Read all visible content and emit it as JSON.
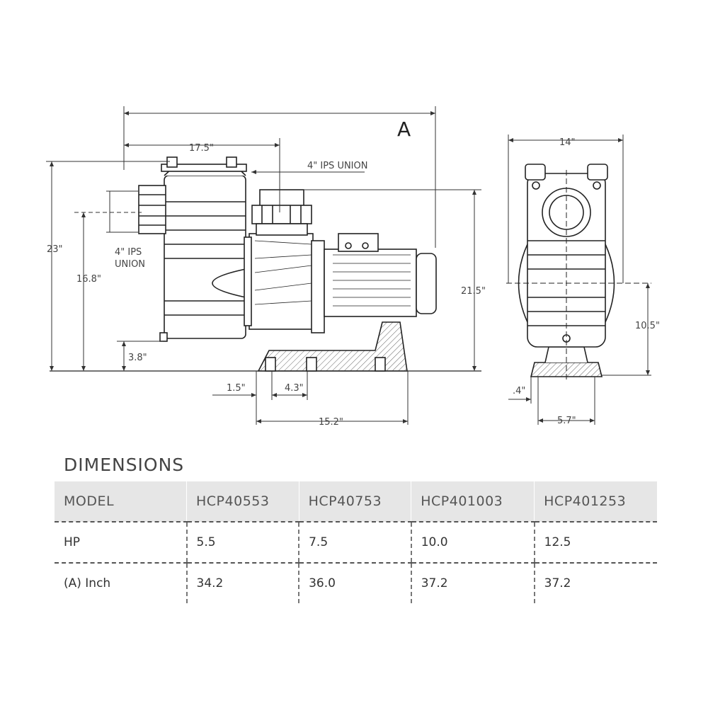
{
  "drawing": {
    "label_a": "A",
    "dim_overall_width": "17.5\"",
    "dim_union_top": "4\" IPS UNION",
    "dim_union_side_1": "4\" IPS",
    "dim_union_side_2": "UNION",
    "dim_total_height": "23\"",
    "dim_inlet_height": "16.8\"",
    "dim_drain_height": "3.8\"",
    "dim_outlet_height": "21.5\"",
    "dim_base_offset": "1.5\"",
    "dim_base_gap": "4.3\"",
    "dim_base_length": "15.2\"",
    "dim_end_width": "14\"",
    "dim_end_center": "10.5\"",
    "dim_end_foot": ".4\"",
    "dim_end_base": "5.7\""
  },
  "dimensions": {
    "title": "DIMENSIONS",
    "header": [
      "MODEL",
      "HCP40553",
      "HCP40753",
      "HCP401003",
      "HCP401253"
    ],
    "rows": [
      [
        "HP",
        "5.5",
        "7.5",
        "10.0",
        "12.5"
      ],
      [
        "(A) Inch",
        "34.2",
        "36.0",
        "37.2",
        "37.2"
      ]
    ]
  }
}
